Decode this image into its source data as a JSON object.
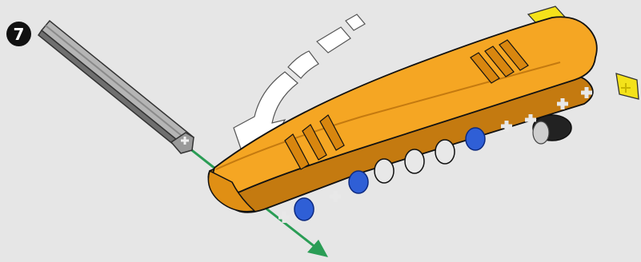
{
  "step": {
    "number": "7"
  },
  "icons": [
    "step-number-badge",
    "technic-axle",
    "insertion-arrow",
    "rotation-arrow",
    "technic-liftarm-assembly"
  ],
  "colors": {
    "background": "#e6e6e6",
    "beam_orange": "#f5a623",
    "beam_shade": "#c47a10",
    "axle_gray": "#9a9a9a",
    "pin_blue": "#2f5fd6",
    "axle_yellow": "#f4e21a",
    "arrow_green": "#2a9d55",
    "rotation_arrow": "#ffffff",
    "badge": "#111111"
  }
}
